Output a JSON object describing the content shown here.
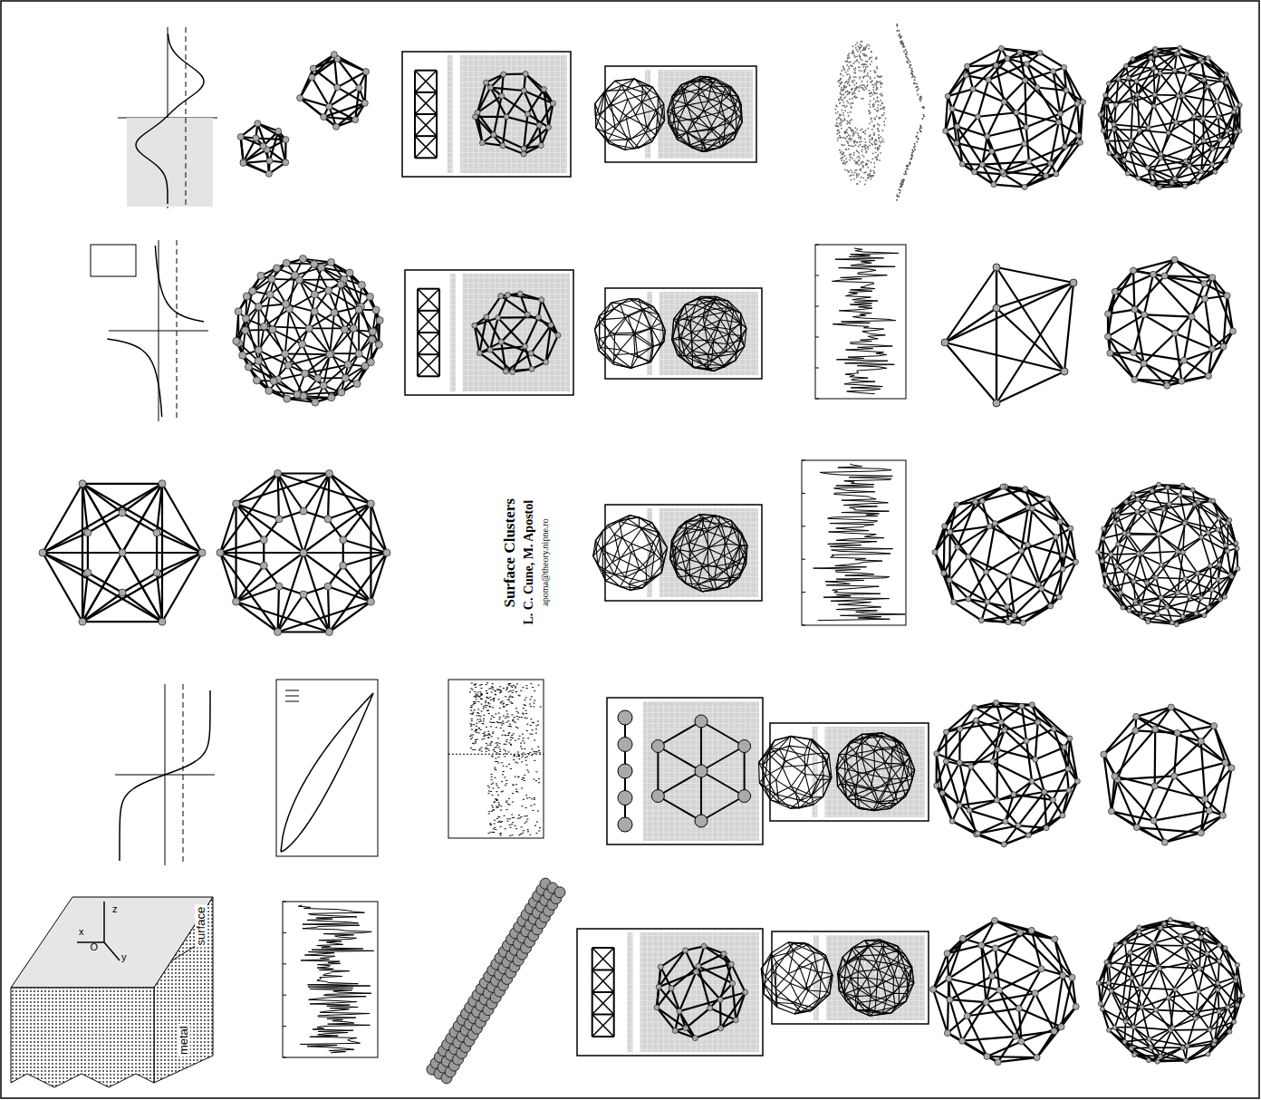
{
  "diagram": {
    "title": "Surface Clusters",
    "labels": [
      "L. C. Cune, M. Apostol",
      "apoma@theory.nipne.ro",
      "metal",
      "surface",
      "z",
      "x",
      "y",
      "O"
    ]
  }
}
